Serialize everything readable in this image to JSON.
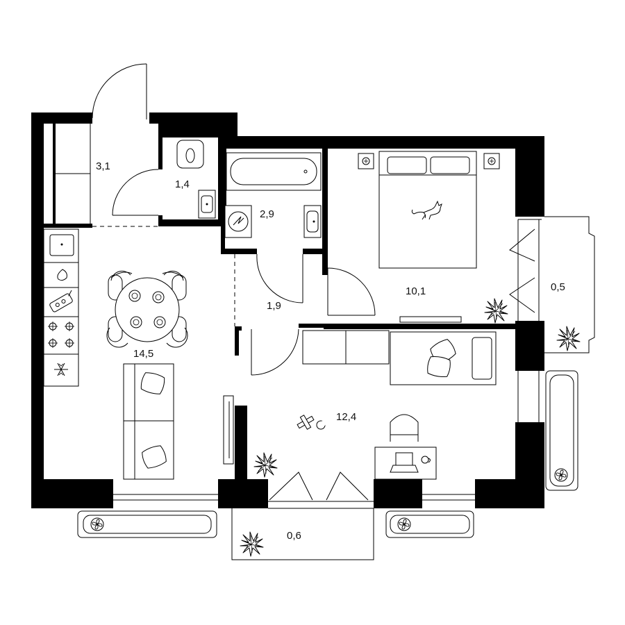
{
  "rooms": {
    "entrance": "3,1",
    "toilet": "1,4",
    "bathroom": "2,9",
    "hall": "1,9",
    "bedroom": "10,1",
    "kitchen_living": "14,5",
    "room2": "12,4",
    "balcony_right": "0,5",
    "balcony_bottom": "0,6"
  },
  "colors": {
    "wall": "#000000",
    "line": "#000000",
    "background": "#ffffff",
    "text": "#111111"
  },
  "icons": [
    "plant-icon",
    "cat-icon",
    "fan-icon",
    "snowflake-icon",
    "stove-icon",
    "laptop-icon",
    "cup-icon",
    "pillow-icon"
  ]
}
